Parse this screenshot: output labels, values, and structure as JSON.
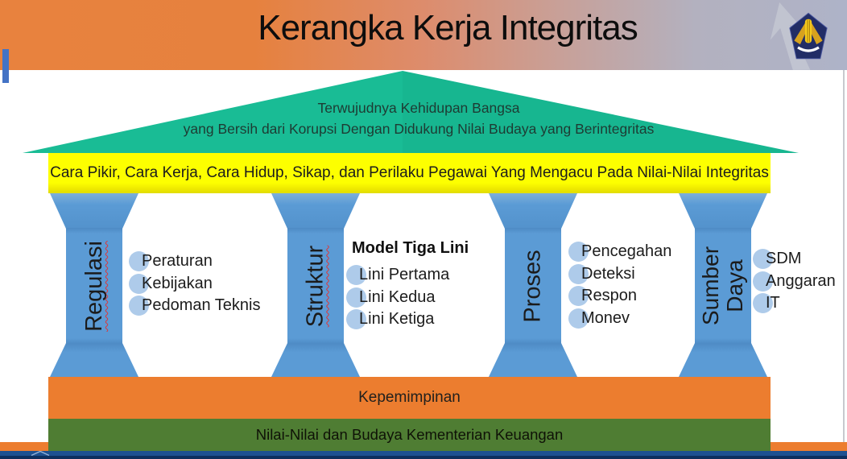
{
  "header": {
    "title": "Kerangka Kerja Integritas",
    "logo": "kemenkeu-logo"
  },
  "roof": {
    "line1": "Terwujudnya Kehidupan Bangsa",
    "line2": "yang Bersih dari Korupsi Dengan Didukung Nilai Budaya yang Berintegritas"
  },
  "beam": {
    "text": "Cara Pikir, Cara Kerja, Cara Hidup, Sikap, dan Perilaku Pegawai Yang Mengacu Pada Nilai-Nilai Integritas"
  },
  "pillars": [
    {
      "label": "Regulasi",
      "spellcheck_underline": true,
      "items": [
        "Peraturan",
        "Kebijakan",
        "Pedoman Teknis"
      ]
    },
    {
      "label": "Struktur",
      "spellcheck_underline": true,
      "heading": "Model Tiga Lini",
      "items": [
        "Lini Pertama",
        "Lini Kedua",
        "Lini Ketiga"
      ]
    },
    {
      "label": "Proses",
      "spellcheck_underline": false,
      "items": [
        "Pencegahan",
        "Deteksi",
        "Respon",
        "Monev"
      ]
    },
    {
      "label": "Sumber Daya",
      "spellcheck_underline": false,
      "items": [
        "SDM",
        "Anggaran",
        "IT"
      ]
    }
  ],
  "foundation": {
    "leadership": "Kepemimpinan",
    "values": "Nilai-Nilai dan Budaya Kementerian Keuangan"
  },
  "colors": {
    "header_orange": "#E8823E",
    "header_gray": "#AEB3C8",
    "roof_teal": "#19BC95",
    "beam_yellow": "#FDFF00",
    "pillar_blue": "#5B9BD5",
    "bullet_blue": "#AECBEA",
    "bar_orange": "#EC7D2F",
    "bar_green": "#4F7D33",
    "strip_blue": "#1D5191",
    "strip_navy": "#0D2F5E",
    "left_tab_blue": "#4473C5"
  }
}
